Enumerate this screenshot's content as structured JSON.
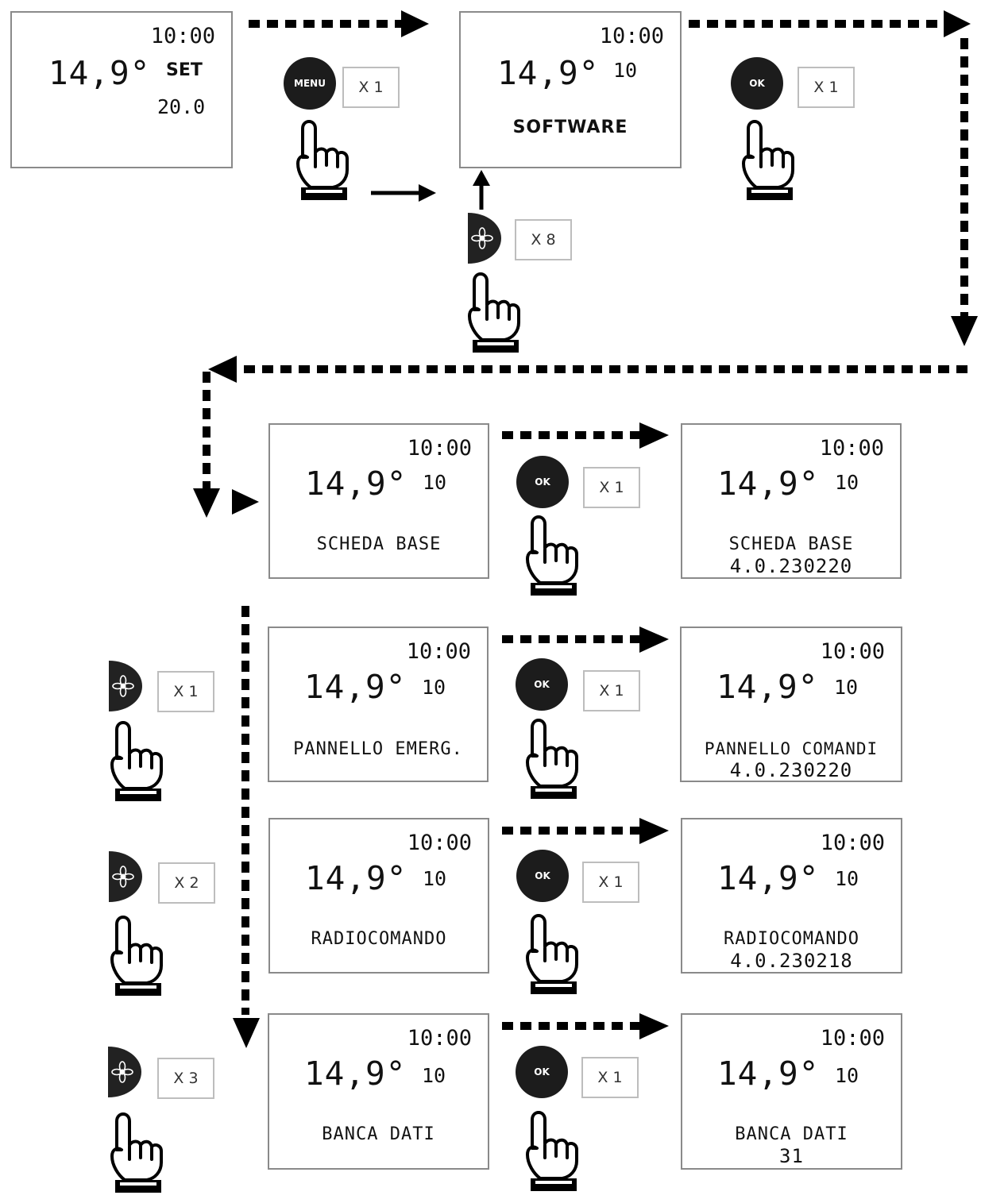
{
  "screens": {
    "start": {
      "time": "10:00",
      "temp": "14,9°",
      "set": "SET",
      "setpoint": "20.0"
    },
    "software": {
      "time": "10:00",
      "temp": "14,9°",
      "level": "10",
      "label": "SOFTWARE"
    },
    "scheda": {
      "time": "10:00",
      "temp": "14,9°",
      "level": "10",
      "label": "SCHEDA  BASE"
    },
    "scheda_v": {
      "time": "10:00",
      "temp": "14,9°",
      "level": "10",
      "label": "SCHEDA  BASE",
      "version": "4.0.230220"
    },
    "pannello": {
      "time": "10:00",
      "temp": "14,9°",
      "level": "10",
      "label": "PANNELLO  EMERG."
    },
    "pannello_v": {
      "time": "10:00",
      "temp": "14,9°",
      "level": "10",
      "label": "PANNELLO  COMANDI",
      "version": "4.0.230220"
    },
    "radio": {
      "time": "10:00",
      "temp": "14,9°",
      "level": "10",
      "label": "RADIOCOMANDO"
    },
    "radio_v": {
      "time": "10:00",
      "temp": "14,9°",
      "level": "10",
      "label": "RADIOCOMANDO",
      "version": "4.0.230218"
    },
    "banca": {
      "time": "10:00",
      "temp": "14,9°",
      "level": "10",
      "label": "BANCA  DATI"
    },
    "banca_v": {
      "time": "10:00",
      "temp": "14,9°",
      "level": "10",
      "label": "BANCA  DATI",
      "version": "31"
    }
  },
  "buttons": {
    "menu": "MENU",
    "ok": "OK"
  },
  "icons": {
    "pointer": "pointing-hand-icon",
    "fan": "fan-icon"
  },
  "counts": {
    "menu": "X 1",
    "ok_top": "X 1",
    "fan_top": "X 8",
    "ok_1": "X 1",
    "ok_2": "X 1",
    "ok_3": "X 1",
    "ok_4": "X 1",
    "fan_1": "X 1",
    "fan_2": "X 2",
    "fan_3": "X 3"
  }
}
